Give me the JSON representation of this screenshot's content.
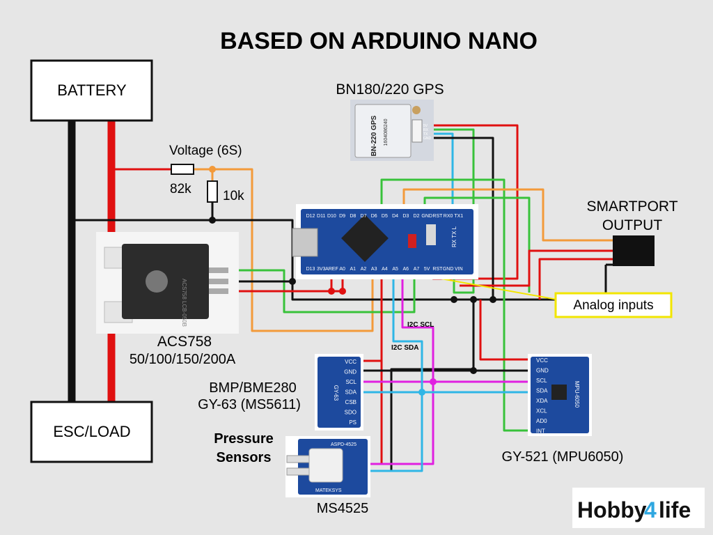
{
  "title": "BASED ON ARDUINO NANO",
  "battery": {
    "label": "BATTERY"
  },
  "esc": {
    "label": "ESC/LOAD"
  },
  "voltage": {
    "label": "Voltage (6S)",
    "r1": "82k",
    "r2": "10k"
  },
  "gps": {
    "title": "BN180/220 GPS",
    "module_text": "BN-220 GPS",
    "serial": "1604086240",
    "pins": [
      "5V",
      "RX",
      "TX",
      "GND"
    ]
  },
  "smartport": {
    "line1": "SMARTPORT",
    "line2": "OUTPUT"
  },
  "analog": {
    "label": "Analog inputs"
  },
  "current_sensor": {
    "name": "ACS758",
    "ranges": "50/100/150/200A",
    "chip_text": "ACS758 LCB-050B"
  },
  "baro": {
    "line1": "BMP/BME280",
    "line2": "GY-63 (MS5611)",
    "board_text": "GY-63",
    "pins": [
      "VCC",
      "GND",
      "SCL",
      "SDA",
      "CSB",
      "SDO",
      "PS"
    ]
  },
  "imu": {
    "label": "GY-521 (MPU6050)",
    "board_text": "MPU-6050",
    "pins": [
      "VCC",
      "GND",
      "SCL",
      "SDA",
      "XDA",
      "XCL",
      "AD0",
      "INT"
    ]
  },
  "pressure": {
    "line1": "Pressure",
    "line2": "Sensors",
    "name": "MS4525",
    "board_text": "ASPD-4525",
    "brand": "MATEKSYS"
  },
  "i2c": {
    "scl": "I2C SCL",
    "sda": "I2C SDA"
  },
  "nano": {
    "top_pins": [
      "D12",
      "D11",
      "D10",
      "D9",
      "D8",
      "D7",
      "D6",
      "D5",
      "D4",
      "D3",
      "D2",
      "GND",
      "RST",
      "RX0",
      "TX1"
    ],
    "bottom_pins": [
      "D13",
      "3V3",
      "AREF",
      "A0",
      "A1",
      "A2",
      "A3",
      "A4",
      "A5",
      "A6",
      "A7",
      "5V",
      "RST",
      "GND",
      "VIN"
    ]
  },
  "logo": {
    "part1": "Hobby",
    "part2": "4",
    "part3": "life"
  },
  "colors": {
    "red": "#e01010",
    "black": "#111111",
    "green": "#38c23a",
    "orange": "#f39a3a",
    "blue": "#2fb6e6",
    "magenta": "#e020e0",
    "yellow": "#f2e600",
    "board_blue": "#1d4a9e"
  }
}
